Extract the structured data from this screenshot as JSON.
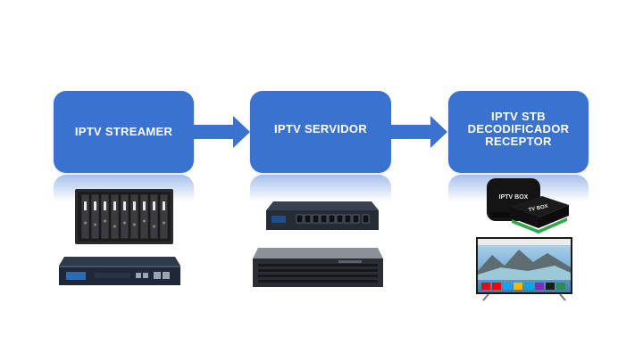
{
  "boxes": [
    {
      "lines": [
        "IPTV STREAMER"
      ]
    },
    {
      "lines": [
        "IPTV SERVIDOR"
      ]
    },
    {
      "lines": [
        "IPTV STB",
        "DECODIFICADOR",
        "RECEPTOR"
      ]
    }
  ],
  "devices": {
    "iptv_box_label": "IPTV BOX",
    "tv_box_label": "TV BOX"
  },
  "colors": {
    "box": "#3a72d0",
    "arrow": "#3a72d0"
  }
}
